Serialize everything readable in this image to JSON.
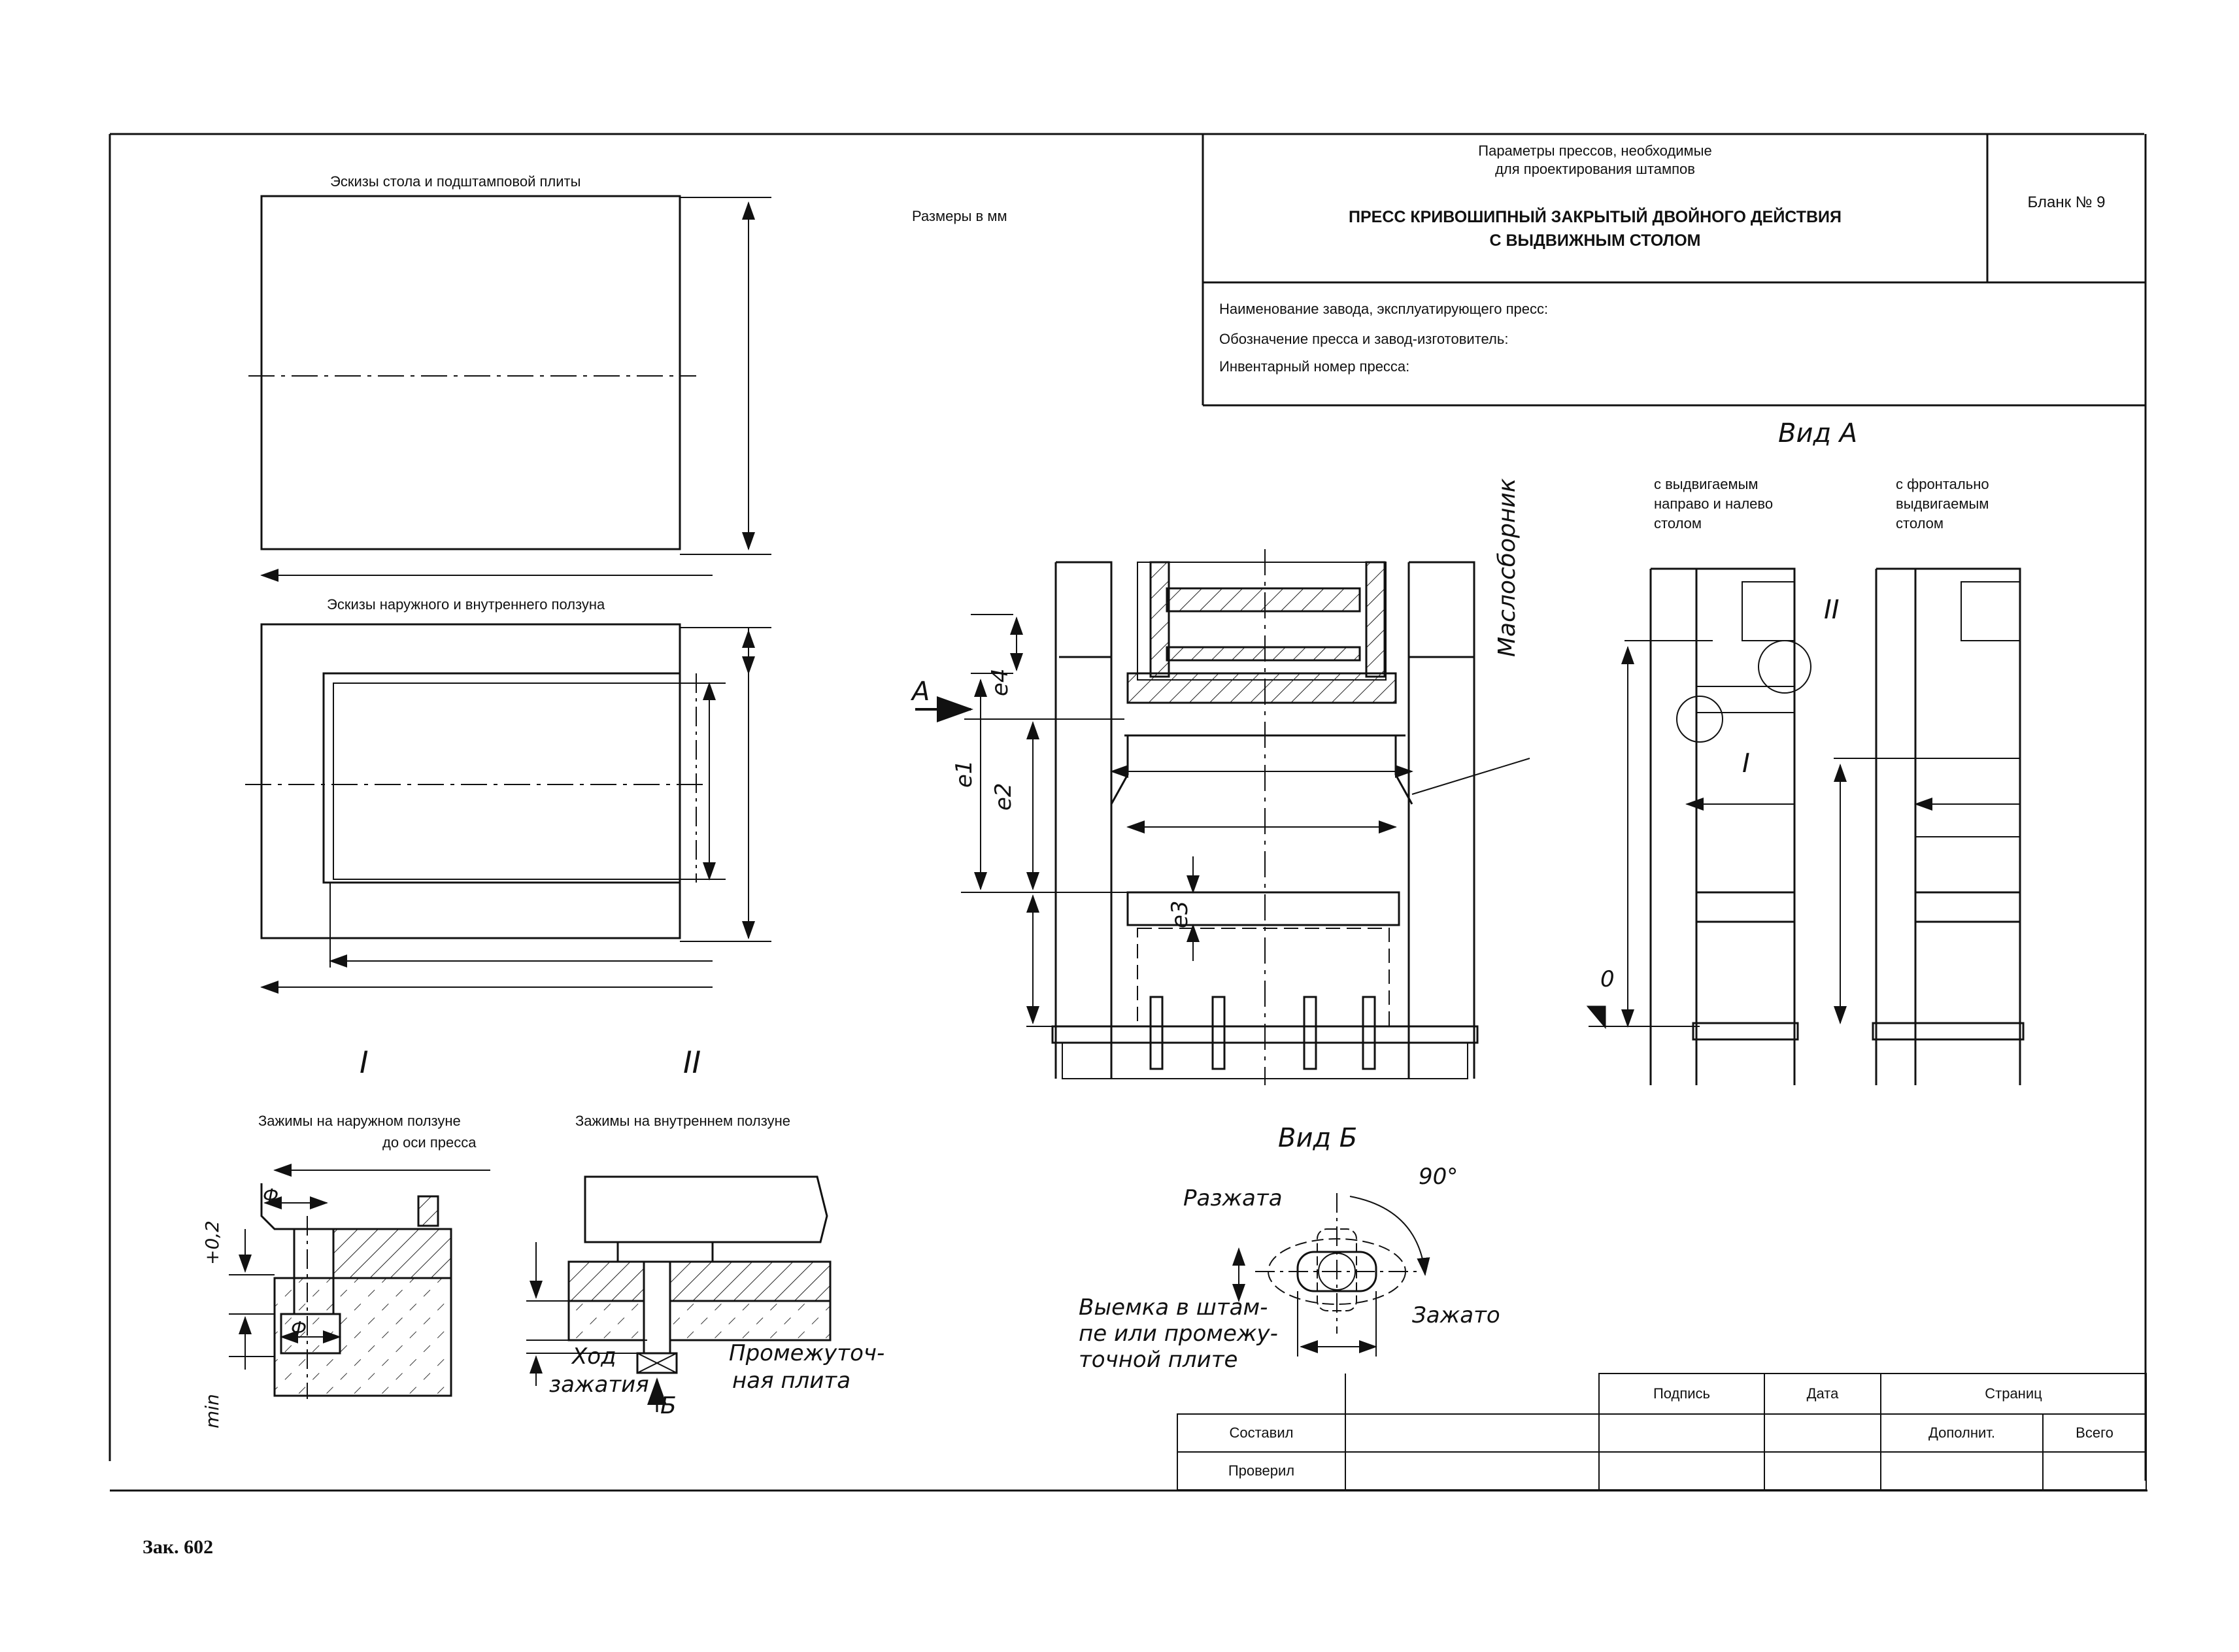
{
  "header": {
    "line1": "Параметры прессов, необходимые",
    "line2": "для проектирования штампов",
    "title1": "ПРЕСС КРИВОШИПНЫЙ ЗАКРЫТЫЙ ДВОЙНОГО ДЕЙСТВИЯ",
    "title2": "С ВЫДВИЖНЫМ СТОЛОМ",
    "form_number": "Бланк № 9"
  },
  "fields": {
    "plant": "Наименование завода, эксплуатирующего пресс:",
    "designation": "Обозначение пресса и завод-изготовитель:",
    "inventory": "Инвентарный номер пресса:"
  },
  "labels": {
    "sizes_note": "Размеры в мм",
    "table_sketch": "Эскизы стола и подштамповой плиты",
    "slide_sketch": "Эскизы наружного и внутреннего ползуна",
    "detail_1": "I",
    "detail_2": "II",
    "clamps_outer_1": "Зажимы на наружном ползуне",
    "clamps_outer_2": "до оси пресса",
    "clamps_inner": "Зажимы на внутреннем ползуне",
    "view_a": "Вид А",
    "view_b": "Вид Б",
    "view_a_left_1": "с выдвигаемым",
    "view_a_left_2": "направо и налево",
    "view_a_left_3": "столом",
    "view_a_right_1": "с фронтально",
    "view_a_right_2": "выдвигаемым",
    "view_a_right_3": "столом",
    "oil_collector": "Маслосборник",
    "arrow_a": "А",
    "e1": "e1",
    "e2": "e2",
    "e3": "e3",
    "e4": "e4",
    "zero": "0",
    "roman_1": "I",
    "roman_2": "II",
    "phi": "Ф",
    "plus_02": "+0,2",
    "min": "min",
    "stroke_1": "Ход",
    "stroke_2": "зажатия",
    "arrow_b": "Б",
    "intermediate_1": "Промежуточ-",
    "intermediate_2": "ная плита",
    "released": "Разжата",
    "clamped": "Зажато",
    "angle": "90°",
    "recess_1": "Выемка в штам-",
    "recess_2": "пе или промежу-",
    "recess_3": "точной плите"
  },
  "stamp": {
    "signature": "Подпись",
    "date": "Дата",
    "pages": "Страниц",
    "additional": "Дополнит.",
    "total": "Всего",
    "compiled": "Составил",
    "checked": "Проверил"
  },
  "footer": {
    "order": "Зак. 602"
  }
}
